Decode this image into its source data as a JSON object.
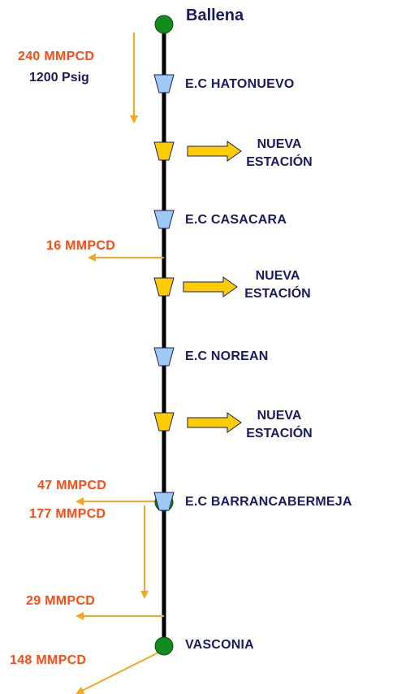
{
  "colors": {
    "pipeline": "#000000",
    "node_fill": "#138a1e",
    "station_fill": "#9ec9f5",
    "new_station_fill": "#ffcc00",
    "flow_arrow": "#f5a623",
    "flow_text": "#ff4a12",
    "label_text": "#1a1a5e"
  },
  "nodes": {
    "origin": "Ballena",
    "end": "VASCONIA"
  },
  "inlet": {
    "flow": "240 MMPCD",
    "pressure": "1200 Psig"
  },
  "stations": [
    {
      "label": "E.C HATONUEVO",
      "kind": "existing"
    },
    {
      "label_line1": "NUEVA",
      "label_line2": "ESTACIÓN",
      "kind": "new"
    },
    {
      "label": "E.C CASACARA",
      "kind": "existing"
    },
    {
      "label_line1": "NUEVA",
      "label_line2": "ESTACIÓN",
      "kind": "new"
    },
    {
      "label": "E.C NOREAN",
      "kind": "existing"
    },
    {
      "label_line1": "NUEVA",
      "label_line2": "ESTACIÓN",
      "kind": "new"
    },
    {
      "label": "E.C BARRANCABERMEJA",
      "kind": "existing"
    }
  ],
  "flows": {
    "offtake_1": "16 MMPCD",
    "offtake_2": "47 MMPCD",
    "segment": "177 MMPCD",
    "offtake_3": "29 MMPCD",
    "outlet": "148 MMPCD"
  },
  "icons": {
    "node": "green-circle",
    "station": "trapezoid-compressor",
    "new_station_pointer": "block-right-arrow"
  }
}
